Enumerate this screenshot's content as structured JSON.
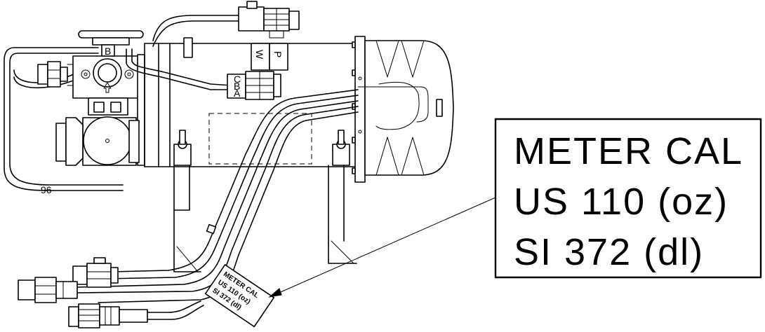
{
  "callout": {
    "line1": "METER CAL",
    "line2": "US 110 (oz)",
    "line3": "SI 372 (dl)"
  },
  "tag": {
    "line1": "METER CAL",
    "line2": "US 110 (oz)",
    "line3": "SI 372 (dl)"
  },
  "body_marks": {
    "upper": "W",
    "lower": "P",
    "valve_top": "B"
  }
}
